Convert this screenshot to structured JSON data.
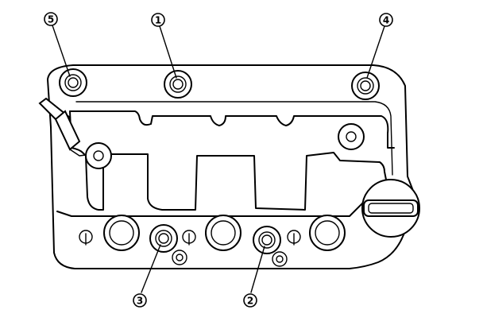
{
  "diagram": {
    "callouts": [
      {
        "id": "bolt-1",
        "label": "1"
      },
      {
        "id": "bolt-2",
        "label": "2"
      },
      {
        "id": "bolt-3",
        "label": "3"
      },
      {
        "id": "bolt-4",
        "label": "4"
      },
      {
        "id": "bolt-5",
        "label": "5"
      }
    ]
  }
}
